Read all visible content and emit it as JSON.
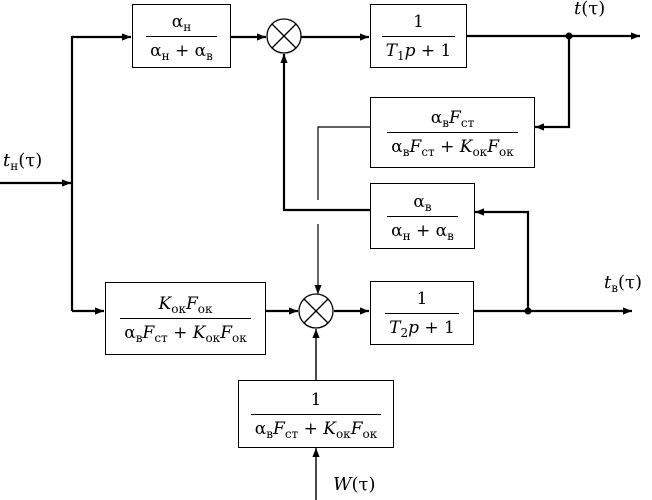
{
  "diagram": {
    "type": "block-diagram",
    "signals": {
      "input_outer": {
        "symbol": "t",
        "sub": "н",
        "arg": "(τ)"
      },
      "output_mean": {
        "symbol": "t̄",
        "sub": "",
        "arg": "(τ)"
      },
      "output_inner": {
        "symbol": "t",
        "sub": "в",
        "arg": "(τ)"
      },
      "disturbance": {
        "symbol": "W",
        "sub": "",
        "arg": "(τ)"
      }
    },
    "blocks": {
      "outer_weight": {
        "num": [
          {
            "t": "α",
            "s": "н"
          }
        ],
        "den": [
          {
            "t": "α",
            "s": "н"
          },
          {
            "op": " + "
          },
          {
            "t": "α",
            "s": "в"
          }
        ]
      },
      "lag1": {
        "num": [
          {
            "op": "1"
          }
        ],
        "den": [
          {
            "v": "T",
            "s": "1"
          },
          {
            "v": "p"
          },
          {
            "op": " + 1"
          }
        ]
      },
      "wall_feedback": {
        "num": [
          {
            "t": "α",
            "s": "в"
          },
          {
            "v": "F",
            "s": "ст"
          }
        ],
        "den": [
          {
            "t": "α",
            "s": "в"
          },
          {
            "v": "F",
            "s": "ст"
          },
          {
            "op": " + "
          },
          {
            "v": "K",
            "s": "ок"
          },
          {
            "v": "F",
            "s": "ок"
          }
        ]
      },
      "inner_weight": {
        "num": [
          {
            "t": "α",
            "s": "в"
          }
        ],
        "den": [
          {
            "t": "α",
            "s": "н"
          },
          {
            "op": " + "
          },
          {
            "t": "α",
            "s": "в"
          }
        ]
      },
      "window_gain": {
        "num": [
          {
            "v": "K",
            "s": "ок"
          },
          {
            "v": "F",
            "s": "ок"
          }
        ],
        "den": [
          {
            "t": "α",
            "s": "в"
          },
          {
            "v": "F",
            "s": "ст"
          },
          {
            "op": " + "
          },
          {
            "v": "K",
            "s": "ок"
          },
          {
            "v": "F",
            "s": "ок"
          }
        ]
      },
      "lag2": {
        "num": [
          {
            "op": "1"
          }
        ],
        "den": [
          {
            "v": "T",
            "s": "2"
          },
          {
            "v": "p"
          },
          {
            "op": " + 1"
          }
        ]
      },
      "heat_gain": {
        "num": [
          {
            "op": "1"
          }
        ],
        "den": [
          {
            "t": "α",
            "s": "в"
          },
          {
            "v": "F",
            "s": "ст"
          },
          {
            "op": " + "
          },
          {
            "v": "K",
            "s": "ок"
          },
          {
            "v": "F",
            "s": "ок"
          }
        ]
      }
    },
    "summing_junctions": [
      "sum-upper",
      "sum-lower"
    ],
    "line_color": "#000000",
    "background": "#ffffff"
  }
}
